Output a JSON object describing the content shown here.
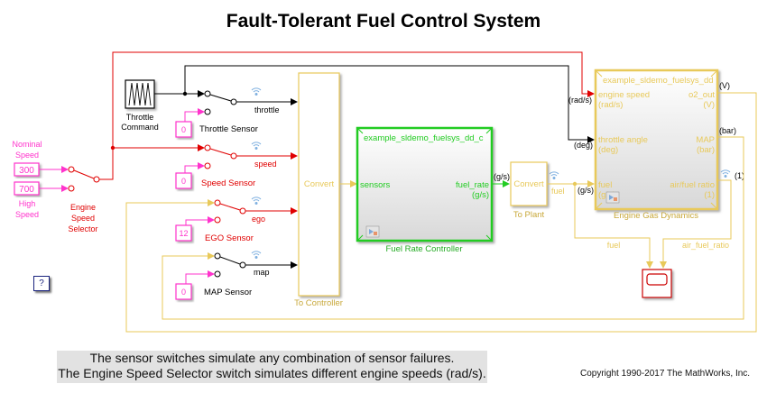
{
  "title": "Fault-Tolerant Fuel Control System",
  "colors": {
    "red": "#e00000",
    "black": "#000000",
    "magenta": "#ff33cc",
    "yellow": "#e8c95a",
    "green": "#22cc22",
    "wifi": "#7fb0e0"
  },
  "blocks": {
    "nominal_speed": {
      "label_top": "Nominal",
      "label_bottom": "Speed",
      "value": "300"
    },
    "high_speed": {
      "value": "700",
      "label_top": "High",
      "label_bottom": "Speed"
    },
    "engine_speed_selector": {
      "line1": "Engine",
      "line2": "Speed",
      "line3": "Selector"
    },
    "throttle_command": {
      "line1": "Throttle",
      "line2": "Command"
    },
    "throttle_sensor": {
      "label": "Throttle Sensor",
      "value": "0",
      "signal": "throttle"
    },
    "speed_sensor": {
      "label": "Speed Sensor",
      "value": "0",
      "signal": "speed"
    },
    "ego_sensor": {
      "label": "EGO Sensor",
      "value": "12",
      "signal": "ego"
    },
    "map_sensor": {
      "label": "MAP Sensor",
      "value": "0",
      "signal": "map"
    },
    "to_controller": {
      "inner": "Convert",
      "label": "To Controller"
    },
    "fuel_rate_controller": {
      "reference": "example_sldemo_fuelsys_dd_c",
      "in_port": "sensors",
      "out_port": "fuel_rate",
      "out_unit": "(g/s)",
      "label": "Fuel Rate Controller"
    },
    "to_plant": {
      "inner": "Convert",
      "label": "To Plant",
      "in_unit": "(g/s)",
      "signal": "fuel"
    },
    "engine_gas_dynamics": {
      "reference": "example_sldemo_fuelsys_dd",
      "label": "Engine Gas Dynamics",
      "inputs": [
        {
          "name": "engine speed",
          "unit": "(rad/s)",
          "wire_unit": "(rad/s)"
        },
        {
          "name": "throttle angle",
          "unit": "(deg)",
          "wire_unit": "(deg)"
        },
        {
          "name": "fuel",
          "unit": "(g/s)",
          "wire_unit": "(g/s)"
        }
      ],
      "outputs": [
        {
          "name": "o2_out",
          "unit": "(V)",
          "wire_unit": "(V)"
        },
        {
          "name": "MAP",
          "unit": "(bar)",
          "wire_unit": "(bar)"
        },
        {
          "name": "air/fuel ratio",
          "unit": "(1)",
          "wire_unit": "(1)"
        }
      ]
    },
    "scope": {
      "in1": "fuel",
      "in2": "air_fuel_ratio"
    }
  },
  "help_button": "?",
  "note": {
    "line1": "The sensor switches simulate any combination of sensor failures.",
    "line2": "The Engine Speed Selector switch simulates different engine speeds (rad/s)."
  },
  "copyright": "Copyright 1990-2017 The MathWorks, Inc."
}
